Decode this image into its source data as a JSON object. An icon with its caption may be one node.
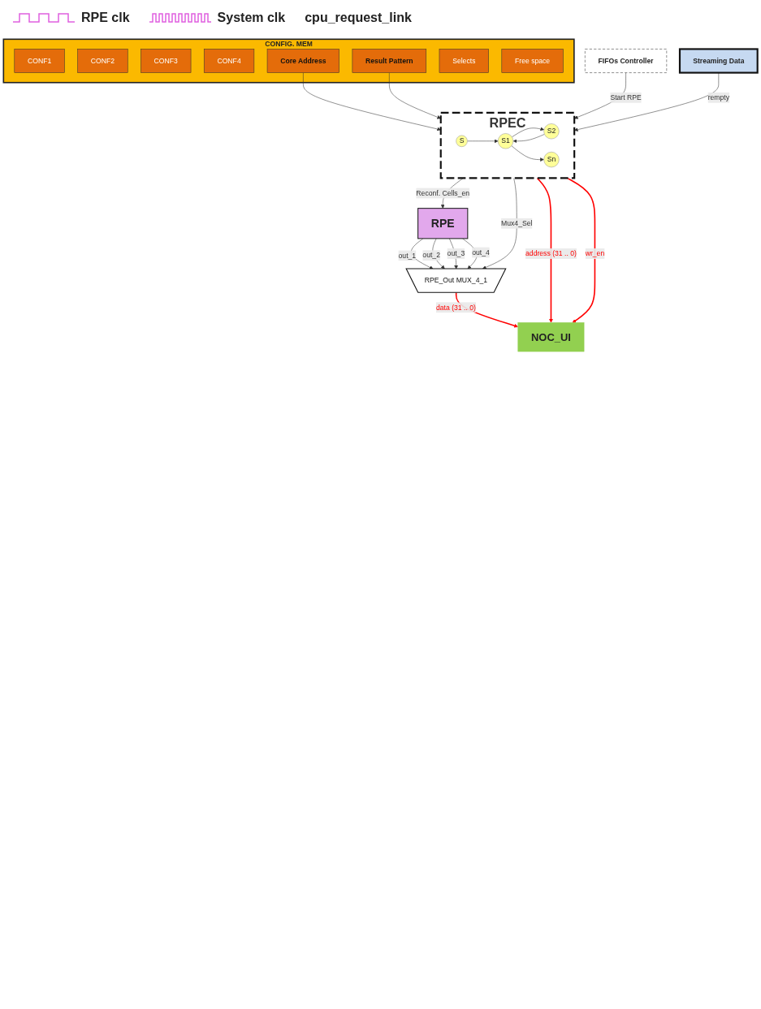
{
  "diagram": {
    "nodes": [
      {
        "text": [
          "CONFIG. MEM"
        ]
      },
      {
        "text": [
          "CONF1"
        ],
        "in": 0
      },
      {
        "text": [
          "CONF2"
        ],
        "in": 0
      },
      {
        "text": [
          "CONF3"
        ],
        "in": 0
      },
      {
        "text": [
          "CONF4"
        ],
        "in": 0
      },
      {
        "text": [
          "Core Address"
        ],
        "in": 0
      },
      {
        "text": [
          "Result Pattern"
        ],
        "in": 0
      },
      {
        "text": [
          "Selects"
        ],
        "in": 0
      },
      {
        "text": [
          "Free space"
        ],
        "in": 0
      },
      {
        "text": [
          "RPEC"
        ]
      },
      {
        "text": [
          "S"
        ],
        "in": 9
      },
      {
        "text": [
          "S1"
        ],
        "in": 9
      },
      {
        "text": [
          "S2"
        ],
        "in": 9
      },
      {
        "text": [
          "Sn"
        ],
        "in": 9
      },
      {
        "text": [
          "RPE"
        ]
      },
      {
        "text": [
          "RPE_Out MUX_4_1"
        ]
      },
      {
        "text": [
          "FIFOs Controller"
        ]
      },
      {
        "text": [
          "Streaming Data"
        ]
      },
      {
        "text": [
          "NOC_UI"
        ]
      }
    ],
    "edges": [
      {
        "from": 10,
        "to": 11,
        "arrow": "to"
      },
      {
        "from": 11,
        "to": 12,
        "arrow": "to"
      },
      {
        "from": 12,
        "to": 11,
        "arrow": "to"
      },
      {
        "from": 11,
        "to": 13,
        "arrow": "to"
      },
      {
        "from": 5,
        "to": 9,
        "arrow": "to"
      },
      {
        "from": 6,
        "to": 9,
        "arrow": "to"
      },
      {
        "from": 16,
        "to": 9,
        "label": "Start RPE",
        "arrow": "to"
      },
      {
        "from": 17,
        "to": 9,
        "label": "rempty",
        "arrow": "to"
      },
      {
        "from": 9,
        "to": 14,
        "label": "Reconf. Cells_en",
        "arrow": "to"
      },
      {
        "from": 14,
        "to": 15,
        "label": "out_1",
        "arrow": "to"
      },
      {
        "from": 14,
        "to": 15,
        "label": "out_2",
        "arrow": "to"
      },
      {
        "from": 14,
        "to": 15,
        "label": "out_3",
        "arrow": "to"
      },
      {
        "from": 14,
        "to": 15,
        "label": "out_4",
        "arrow": "to"
      },
      {
        "from": 9,
        "to": 15,
        "label": "Mux4_Sel",
        "arrow": "to"
      },
      {
        "from": 9,
        "to": 18,
        "label": "address (31 .. 0)",
        "arrow": "to",
        "color": "#ff0000"
      },
      {
        "from": 9,
        "to": 18,
        "label": "wr_en",
        "arrow": "to",
        "color": "#ff0000"
      },
      {
        "from": 15,
        "to": 18,
        "label": "data (31 .. 0)",
        "arrow": "to",
        "color": "#ff0000"
      }
    ],
    "labels": [
      "RPE clk",
      "System clk",
      "cpu_request_link"
    ]
  }
}
